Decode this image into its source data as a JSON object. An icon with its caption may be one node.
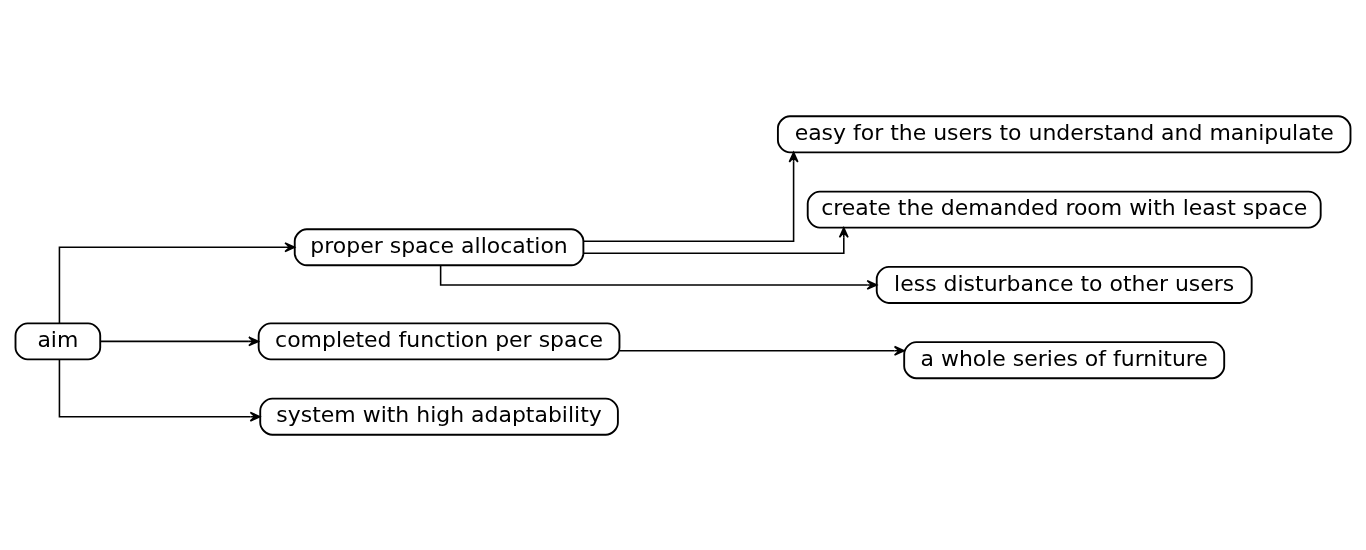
{
  "diagram": {
    "nodes": [
      {
        "text": [
          "aim"
        ]
      },
      {
        "text": [
          "proper space allocation"
        ]
      },
      {
        "text": [
          "completed function per space"
        ]
      },
      {
        "text": [
          "system with high adaptability"
        ]
      },
      {
        "text": [
          "easy for the users to understand and manipulate"
        ]
      },
      {
        "text": [
          "create the demanded room with least space"
        ]
      },
      {
        "text": [
          "less disturbance to other users"
        ]
      },
      {
        "text": [
          "a whole series of furniture"
        ]
      }
    ],
    "edges": [
      {
        "from": 0,
        "to": 1,
        "arrow": "to"
      },
      {
        "from": 0,
        "to": 2,
        "arrow": "to"
      },
      {
        "from": 0,
        "to": 3,
        "arrow": "to"
      },
      {
        "from": 1,
        "to": 4,
        "arrow": "to"
      },
      {
        "from": 1,
        "to": 5,
        "arrow": "to"
      },
      {
        "from": 1,
        "to": 6,
        "arrow": "to"
      },
      {
        "from": 2,
        "to": 7,
        "arrow": "to"
      }
    ]
  }
}
